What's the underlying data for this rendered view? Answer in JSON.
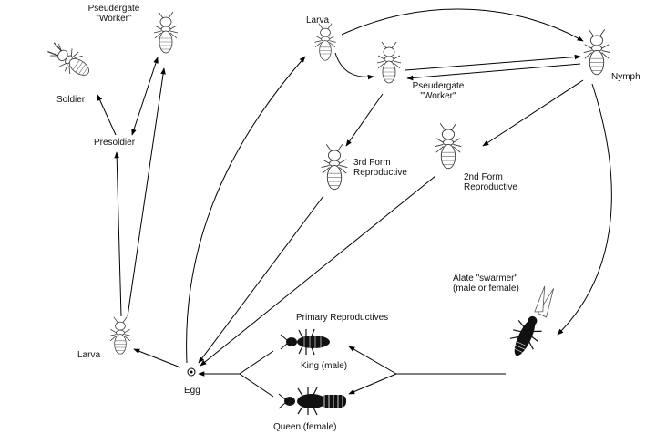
{
  "labels": {
    "pseudergate_worker_left_1": "Pseudergate",
    "pseudergate_worker_left_2": "\"Worker\"",
    "soldier": "Soldier",
    "presoldier": "Presoldier",
    "larva_top": "Larva",
    "pseudergate_worker_mid_1": "Pseudergate",
    "pseudergate_worker_mid_2": "\"Worker\"",
    "nymph": "Nymph",
    "third_form_1": "3rd Form",
    "third_form_2": "Reproductive",
    "second_form_1": "2nd Form",
    "second_form_2": "Reproductive",
    "alate_1": "Alate \"swarmer\"",
    "alate_2": "(male or female)",
    "primary_reproductives": "Primary Reproductives",
    "king": "King (male)",
    "queen": "Queen (female)",
    "larva_left": "Larva",
    "egg": "Egg"
  },
  "colors": {
    "stroke": "#000000",
    "outline_insect": "#333333",
    "dark_insect": "#111111"
  },
  "icons": [
    "soldier-icon",
    "pseudergate-worker-icon",
    "presoldier-icon",
    "larva-icon",
    "nymph-icon",
    "third-form-reproductive-icon",
    "second-form-reproductive-icon",
    "alate-icon",
    "king-icon",
    "queen-icon",
    "egg-icon"
  ]
}
